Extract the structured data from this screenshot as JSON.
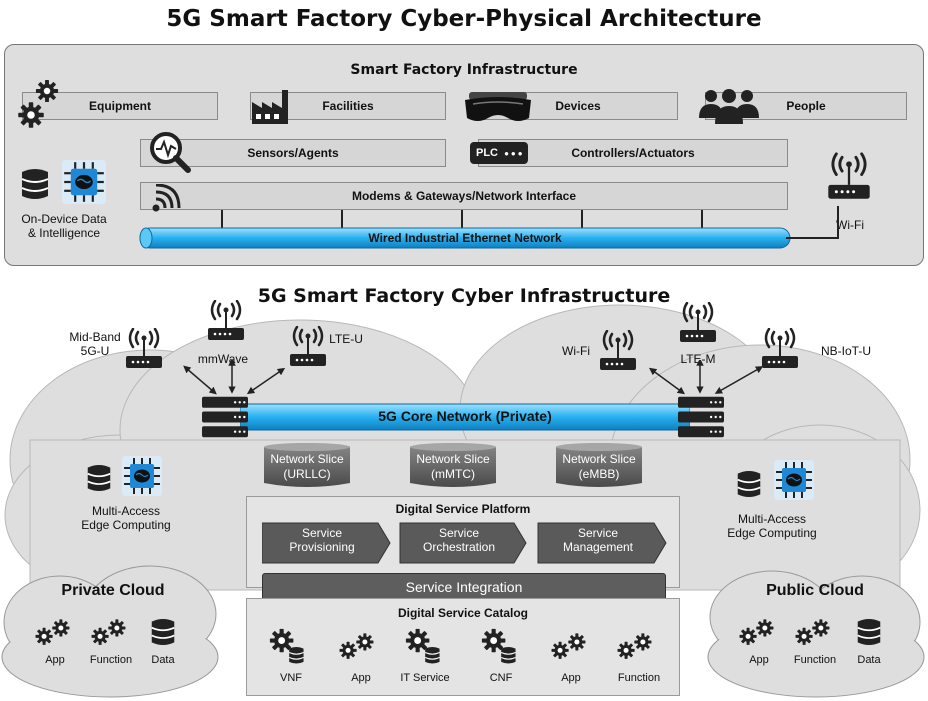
{
  "title": "5G Smart Factory Cyber-Physical Architecture",
  "physical": {
    "title": "Smart Factory Infrastructure",
    "top_items": [
      "Equipment",
      "Facilities",
      "Devices",
      "People"
    ],
    "sensors": "Sensors/Agents",
    "plc_badge": "PLC",
    "controllers": "Controllers/Actuators",
    "modems": "Modems & Gateways/Network Interface",
    "ethernet": "Wired Industrial Ethernet Network",
    "on_device": "On-Device Data\n& Intelligence",
    "wifi": "Wi-Fi"
  },
  "cyber": {
    "title": "5G Smart Factory Cyber Infrastructure",
    "left_radios": {
      "mid_band": "Mid-Band\n5G-U",
      "mmwave": "mmWave",
      "lte_u": "LTE-U"
    },
    "right_radios": {
      "wifi": "Wi-Fi",
      "lte_m": "LTE-M",
      "nb_iot": "NB-IoT-U"
    },
    "core": "5G Core Network (Private)",
    "slices": [
      "Network Slice\n(URLLC)",
      "Network Slice\n(mMTC)",
      "Network Slice\n(eMBB)"
    ],
    "mec_left": "Multi-Access\nEdge Computing",
    "mec_right": "Multi-Access\nEdge Computing",
    "platform_title": "Digital Service Platform",
    "platform_steps": [
      "Service\nProvisioning",
      "Service\nOrchestration",
      "Service\nManagement"
    ],
    "integration": "Service Integration",
    "catalog_title": "Digital Service Catalog",
    "catalog_items": [
      "VNF",
      "App",
      "IT Service",
      "CNF",
      "App",
      "Function"
    ]
  },
  "private_cloud": {
    "title": "Private Cloud",
    "items": [
      "App",
      "Function",
      "Data"
    ]
  },
  "public_cloud": {
    "title": "Public Cloud",
    "items": [
      "App",
      "Function",
      "Data"
    ]
  }
}
